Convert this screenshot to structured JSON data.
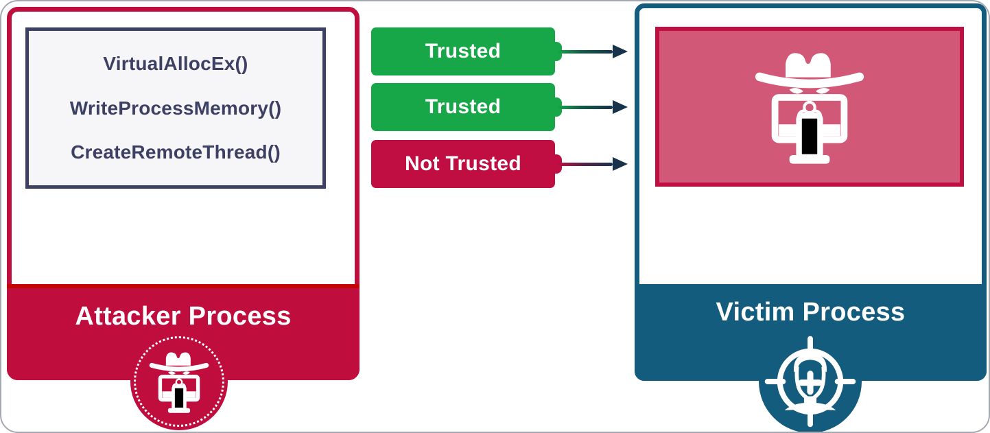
{
  "diagram": {
    "type": "process-injection-diagram"
  },
  "attacker": {
    "title": "Attacker Process",
    "api_calls": [
      "VirtualAllocEx()",
      "WriteProcessMemory()",
      "CreateRemoteThread()"
    ],
    "badge_icon": "hacker-monitor-icon"
  },
  "victim": {
    "title": "Victim Process",
    "inner_icon": "hacker-monitor-icon",
    "badge_icon": "target-person-icon"
  },
  "labels": [
    {
      "text": "Trusted",
      "status": "trusted"
    },
    {
      "text": "Trusted",
      "status": "trusted"
    },
    {
      "text": "Not Trusted",
      "status": "not-trusted"
    }
  ],
  "colors": {
    "crimson": "#bf0d3e",
    "crimson_bright": "#c00d42",
    "footer_stripe_red": "#c40303",
    "teal": "#135c7d",
    "green": "#17a748",
    "navy_text": "#3c4062",
    "arrow_navy": "#17334c",
    "api_box_bg": "#f6f6f8",
    "victim_inner_fill": "#d25877",
    "canvas_border": "#a4a8b0",
    "white": "#ffffff"
  }
}
